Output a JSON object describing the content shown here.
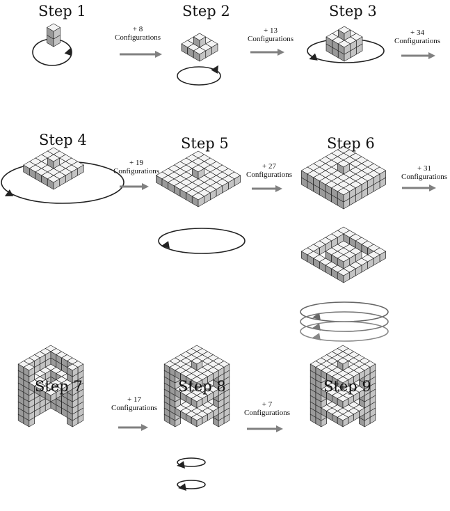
{
  "steps": [
    {
      "label": "Step 1"
    },
    {
      "label": "Step 2"
    },
    {
      "label": "Step 3"
    },
    {
      "label": "Step 4"
    },
    {
      "label": "Step 5"
    },
    {
      "label": "Step 6"
    },
    {
      "label": "Step 7"
    },
    {
      "label": "Step 8"
    },
    {
      "label": "Step 9"
    }
  ],
  "transitions": [
    {
      "count": "+ 8",
      "label": "Configurations"
    },
    {
      "count": "+ 13",
      "label": "Configurations"
    },
    {
      "count": "+ 34",
      "label": "Configurations"
    },
    {
      "count": "+ 19",
      "label": "Configurations"
    },
    {
      "count": "+ 27",
      "label": "Configurations"
    },
    {
      "count": "+ 31",
      "label": "Configurations"
    },
    {
      "count": "+ 17",
      "label": "Configurations"
    },
    {
      "count": "+ 7",
      "label": "Configurations"
    }
  ],
  "colors": {
    "cube_top": "#f4f4f4",
    "cube_left": "#9a9a9a",
    "cube_right": "#c4c4c4",
    "outline": "#222222",
    "arrow": "#808080"
  }
}
